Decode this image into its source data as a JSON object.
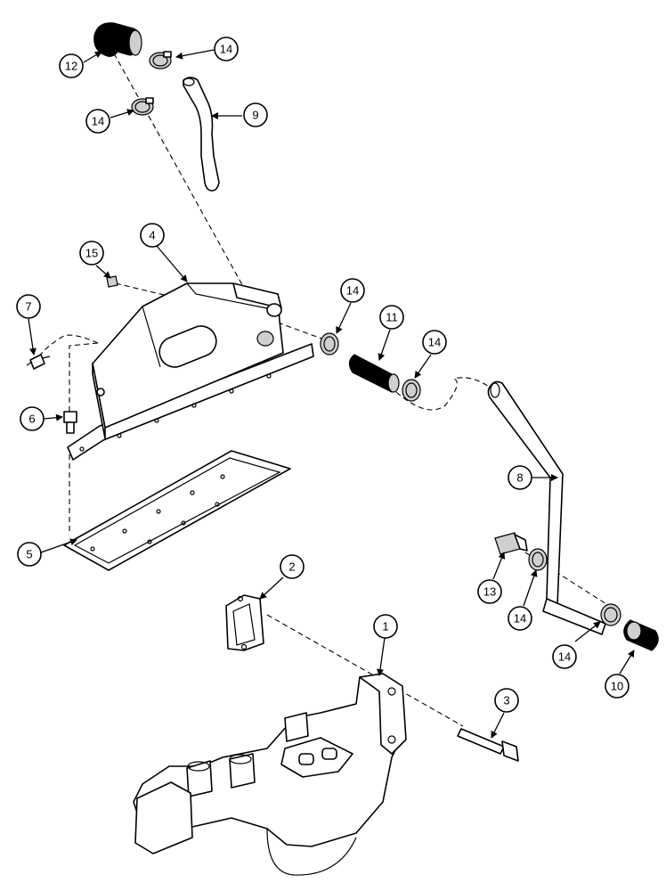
{
  "callouts": [
    {
      "id": "c12",
      "label": "12"
    },
    {
      "id": "c14a",
      "label": "14"
    },
    {
      "id": "c14b",
      "label": "14"
    },
    {
      "id": "c9",
      "label": "9"
    },
    {
      "id": "c4",
      "label": "4"
    },
    {
      "id": "c15",
      "label": "15"
    },
    {
      "id": "c7",
      "label": "7"
    },
    {
      "id": "c14c",
      "label": "14"
    },
    {
      "id": "c11",
      "label": "11"
    },
    {
      "id": "c14d",
      "label": "14"
    },
    {
      "id": "c6",
      "label": "6"
    },
    {
      "id": "c8",
      "label": "8"
    },
    {
      "id": "c5",
      "label": "5"
    },
    {
      "id": "c2",
      "label": "2"
    },
    {
      "id": "c13",
      "label": "13"
    },
    {
      "id": "c14e",
      "label": "14"
    },
    {
      "id": "c1",
      "label": "1"
    },
    {
      "id": "c14f",
      "label": "14"
    },
    {
      "id": "c10",
      "label": "10"
    },
    {
      "id": "c3",
      "label": "3"
    }
  ]
}
